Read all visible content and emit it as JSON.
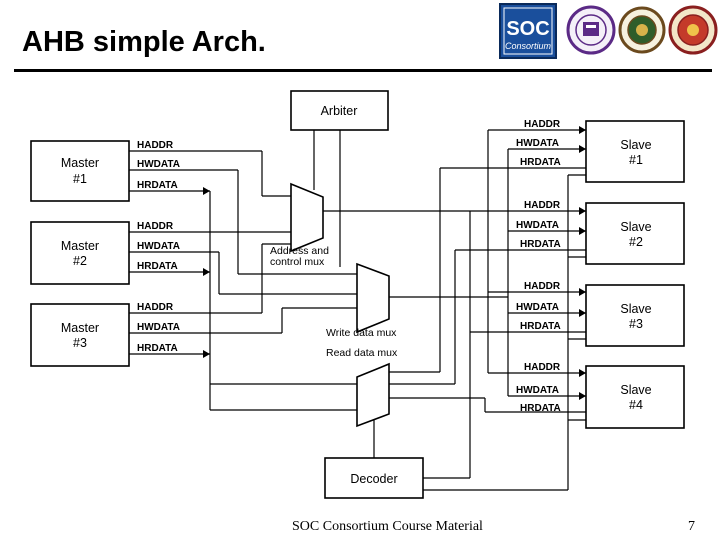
{
  "title": "AHB simple Arch.",
  "footer": "SOC Consortium Course Material",
  "page_number": "7",
  "logos": [
    {
      "name": "soc-consortium-logo",
      "text": "SOC",
      "subtext": "Consortium"
    },
    {
      "name": "university-seal-1"
    },
    {
      "name": "university-seal-2"
    },
    {
      "name": "university-seal-3"
    }
  ],
  "diagram": {
    "arbiter": "Arbiter",
    "decoder": "Decoder",
    "address_mux": [
      "Address and",
      "control mux"
    ],
    "write_mux": "Write data mux",
    "read_mux": "Read data mux",
    "masters": [
      {
        "name": [
          "Master",
          "#1"
        ],
        "signals": [
          "HADDR",
          "HWDATA",
          "HRDATA"
        ]
      },
      {
        "name": [
          "Master",
          "#2"
        ],
        "signals": [
          "HADDR",
          "HWDATA",
          "HRDATA"
        ]
      },
      {
        "name": [
          "Master",
          "#3"
        ],
        "signals": [
          "HADDR",
          "HWDATA",
          "HRDATA"
        ]
      }
    ],
    "slaves": [
      {
        "name": [
          "Slave",
          "#1"
        ],
        "signals": [
          "HADDR",
          "HWDATA",
          "HRDATA"
        ]
      },
      {
        "name": [
          "Slave",
          "#2"
        ],
        "signals": [
          "HADDR",
          "HWDATA",
          "HRDATA"
        ]
      },
      {
        "name": [
          "Slave",
          "#3"
        ],
        "signals": [
          "HADDR",
          "HWDATA",
          "HRDATA"
        ]
      },
      {
        "name": [
          "Slave",
          "#4"
        ],
        "signals": [
          "HADDR",
          "HWDATA",
          "HRDATA"
        ]
      }
    ]
  }
}
